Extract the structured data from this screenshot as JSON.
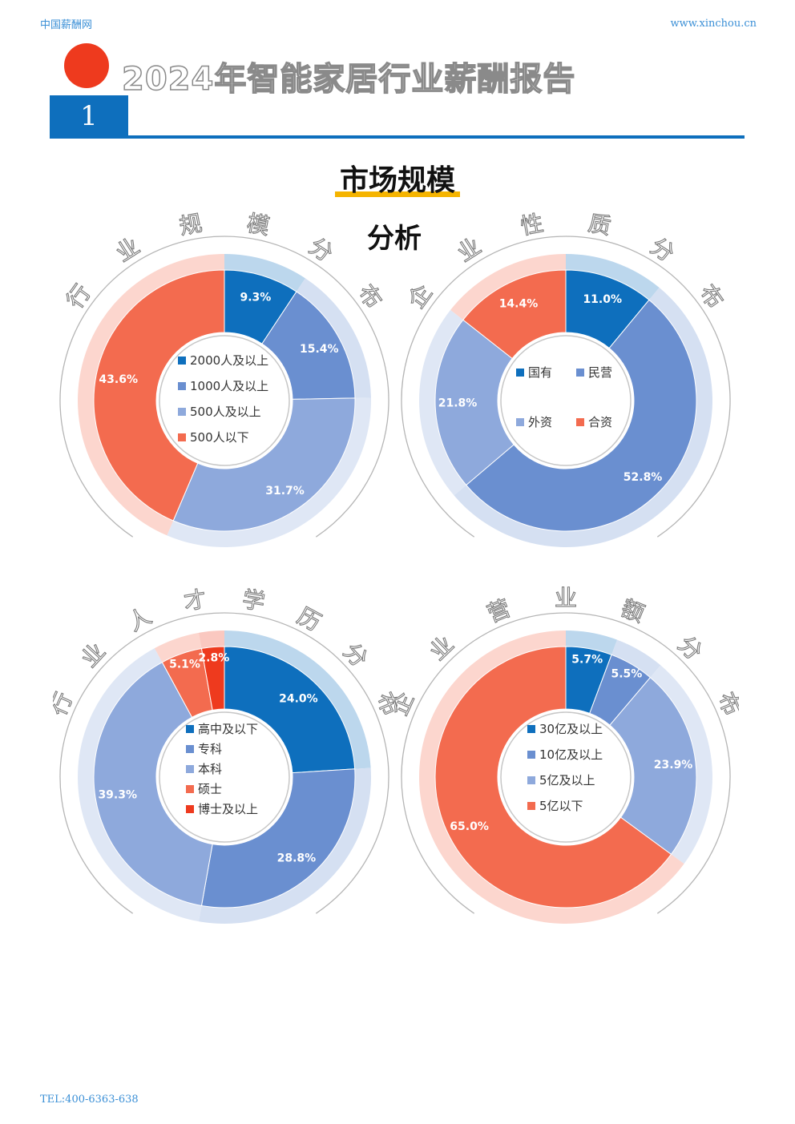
{
  "header": {
    "site_name": "中国薪酬网",
    "url": "www.xinchou.cn"
  },
  "report_title": "2024年智能家居行业薪酬报告",
  "section_number": "1",
  "section_title": "市场规模",
  "section_subtitle": "分析",
  "footer": {
    "tel": "TEL:400-6363-638"
  },
  "chart_data": [
    {
      "type": "pie",
      "title": "行业规模分布",
      "categories": [
        "2000人及以上",
        "1000人及以上",
        "500人及以上",
        "500人以下"
      ],
      "values": [
        9.3,
        15.4,
        31.7,
        43.6
      ],
      "labels": [
        "9.3%",
        "15.4%",
        "31.7%",
        "43.6%"
      ],
      "colors": [
        "#0e6fbd",
        "#6a8fd0",
        "#8ea9dc",
        "#f36b4f"
      ]
    },
    {
      "type": "pie",
      "title": "企业性质分布",
      "categories": [
        "国有",
        "民营",
        "外资",
        "合资"
      ],
      "values": [
        11.0,
        52.8,
        21.8,
        14.4
      ],
      "labels": [
        "11.0%",
        "52.8%",
        "21.8%",
        "14.4%"
      ],
      "colors": [
        "#0e6fbd",
        "#6a8fd0",
        "#8ea9dc",
        "#f36b4f"
      ]
    },
    {
      "type": "pie",
      "title": "行业人才学历分布",
      "categories": [
        "高中及以下",
        "专科",
        "本科",
        "硕士",
        "博士及以上"
      ],
      "values": [
        24.0,
        28.8,
        39.3,
        5.1,
        2.8
      ],
      "labels": [
        "24.0%",
        "28.8%",
        "39.3%",
        "5.1%",
        "2.8%"
      ],
      "colors": [
        "#0e6fbd",
        "#6a8fd0",
        "#8ea9dc",
        "#f36b4f",
        "#ee3a1e"
      ]
    },
    {
      "type": "pie",
      "title": "企业营业额分布",
      "categories": [
        "30亿及以上",
        "10亿及以上",
        "5亿及以上",
        "5亿以下"
      ],
      "values": [
        5.7,
        5.5,
        23.9,
        65.0
      ],
      "labels": [
        "5.7%",
        "5.5%",
        "23.9%",
        "65.0%"
      ],
      "colors": [
        "#0e6fbd",
        "#6a8fd0",
        "#8ea9dc",
        "#f36b4f"
      ]
    }
  ]
}
